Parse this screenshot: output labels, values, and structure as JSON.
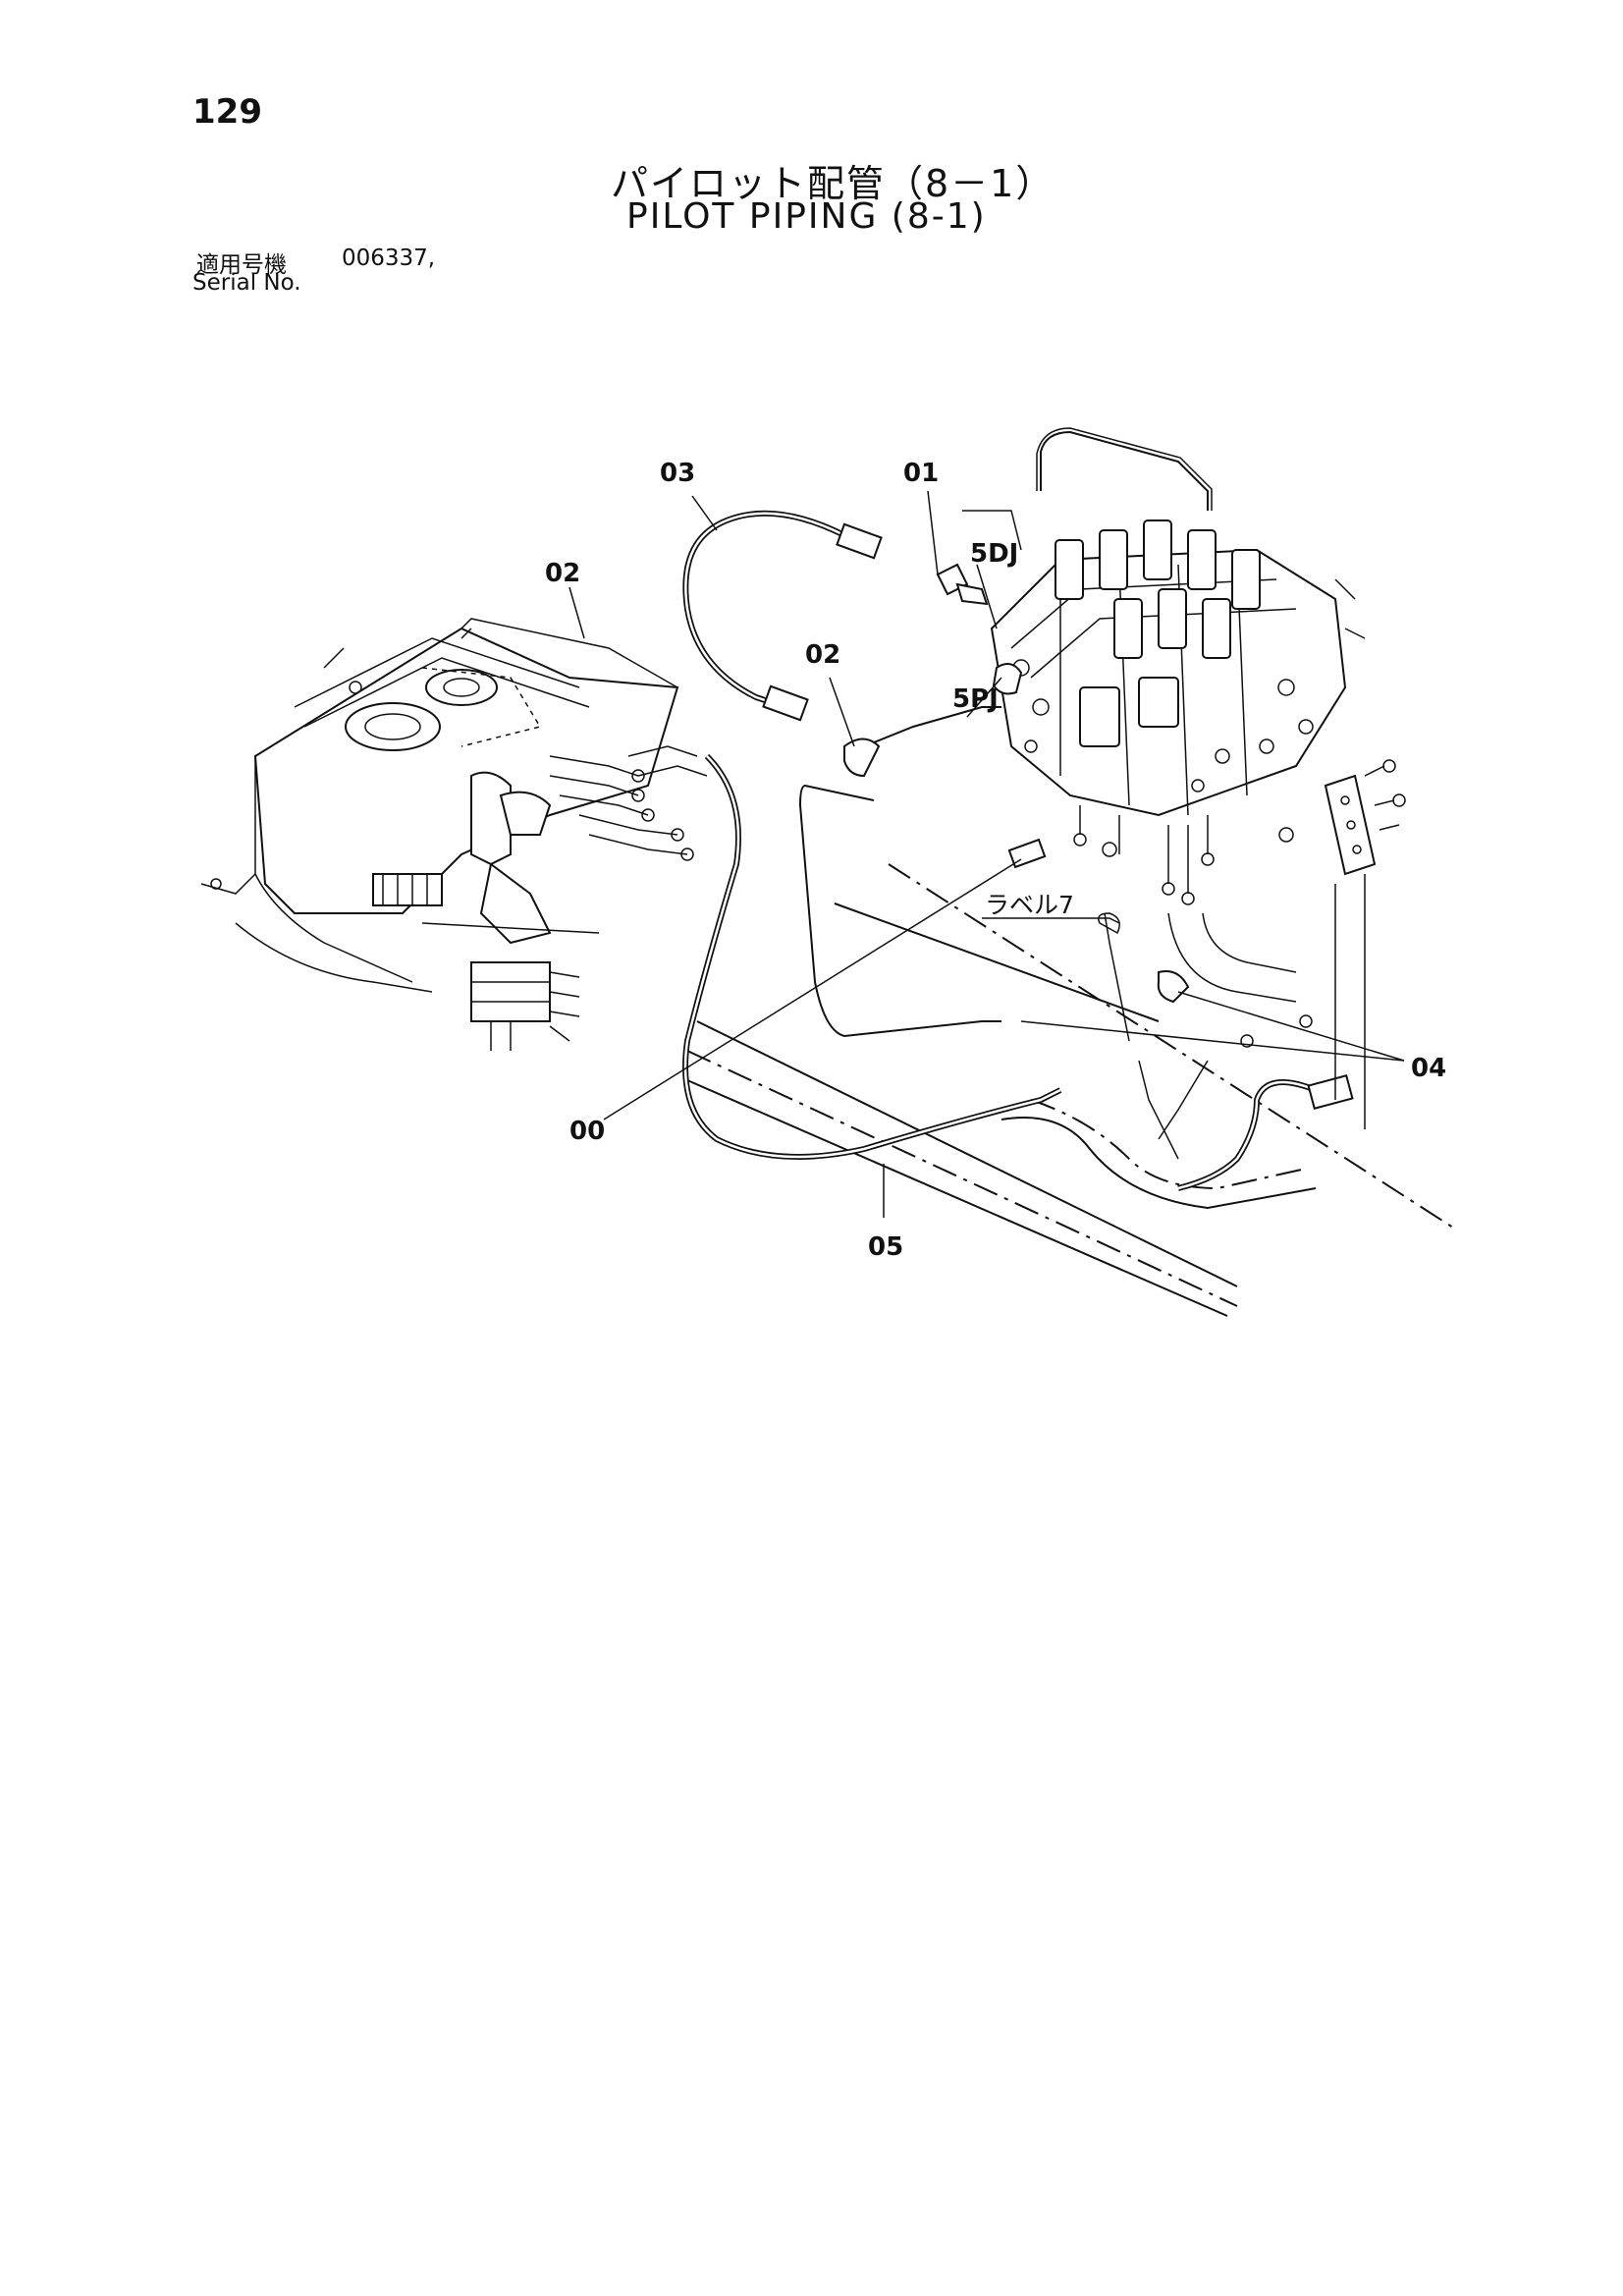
{
  "header": {
    "page_number": "129",
    "title_jp": "パイロット配管（8－1）",
    "title_en": "PILOT PIPING (8-1)",
    "serial_label_jp": "適用号機",
    "serial_value": "006337,",
    "serial_label_en": "Serial No."
  },
  "callouts": {
    "c00": "00",
    "c01": "01",
    "c02a": "02",
    "c02b": "02",
    "c03": "03",
    "c04": "04",
    "c05": "05",
    "c5dj": "5DJ",
    "c5pj": "5PJ",
    "label7": "ラベル7"
  }
}
